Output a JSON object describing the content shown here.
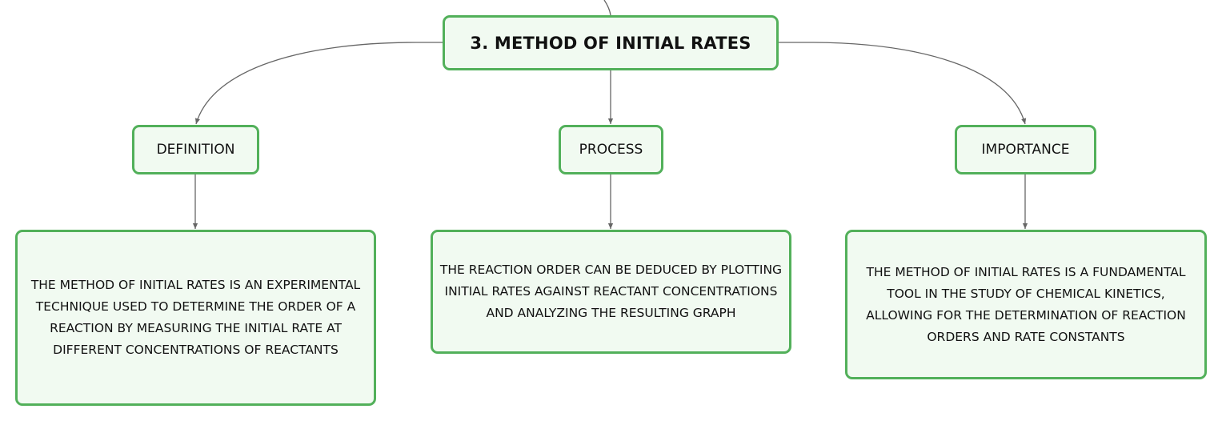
{
  "diagram": {
    "root": {
      "label": "3. METHOD OF INITIAL RATES"
    },
    "categories": [
      {
        "label": "DEFINITION",
        "detail": "THE METHOD OF INITIAL RATES IS AN EXPERIMENTAL TECHNIQUE USED TO DETERMINE THE ORDER OF A REACTION BY MEASURING THE INITIAL RATE AT DIFFERENT CONCENTRATIONS OF REACTANTS"
      },
      {
        "label": "PROCESS",
        "detail": "THE REACTION ORDER CAN BE DEDUCED BY PLOTTING INITIAL RATES AGAINST REACTANT CONCENTRATIONS AND ANALYZING THE RESULTING GRAPH"
      },
      {
        "label": "IMPORTANCE",
        "detail": "THE METHOD OF INITIAL RATES IS A FUNDAMENTAL TOOL IN THE STUDY OF CHEMICAL KINETICS, ALLOWING FOR THE DETERMINATION OF REACTION ORDERS AND RATE CONSTANTS"
      }
    ]
  },
  "colors": {
    "node_border": "#52b05a",
    "node_fill": "#f1faf1",
    "connector": "#666666"
  }
}
